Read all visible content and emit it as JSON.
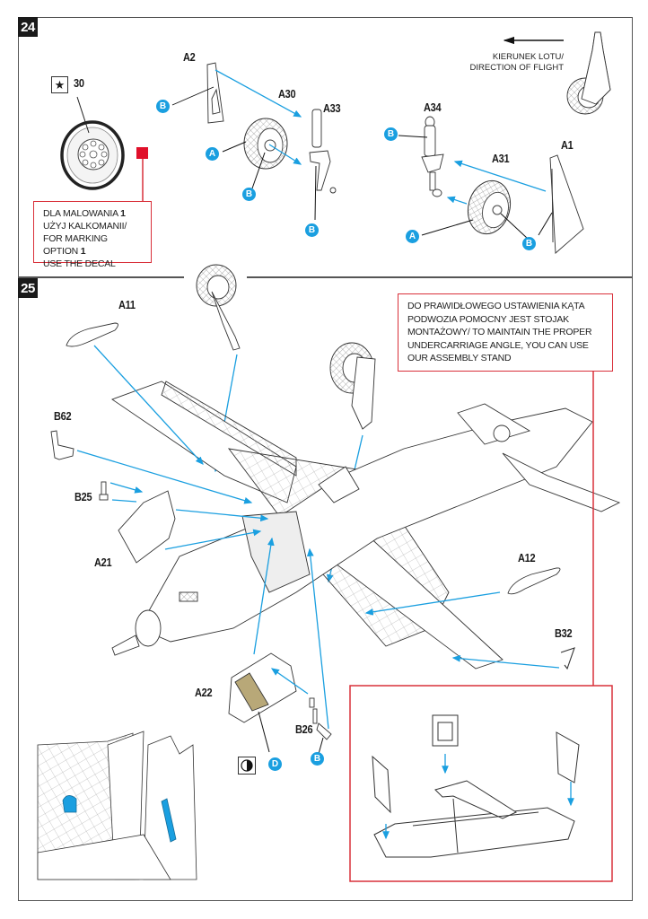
{
  "steps": [
    {
      "number": "24",
      "parts": {
        "a2": "A2",
        "a30": "A30",
        "a33": "A33",
        "a34": "A34",
        "a31": "A31",
        "a1": "A1"
      },
      "decal": {
        "number": "30",
        "icon": "star-icon"
      },
      "note": {
        "line1": "DLA MALOWANIA ",
        "line1_bold": "1",
        "line2": "UŻYJ KALKOMANII/",
        "line3": "FOR MARKING OPTION ",
        "line3_bold": "1",
        "line4": "USE THE DECAL",
        "border_color": "#d9303a"
      },
      "direction": {
        "line1": "KIERUNEK LOTU/",
        "line2": "DIRECTION OF FLIGHT",
        "icon": "arrow-left-icon"
      }
    },
    {
      "number": "25",
      "parts": {
        "a11": "A11",
        "b62": "B62",
        "b25": "B25",
        "a21": "A21",
        "a22": "A22",
        "b26": "B26",
        "a12": "A12",
        "b32": "B32"
      },
      "paint_icon": "half-circle-icon",
      "note": {
        "text": "DO PRAWIDŁOWEGO USTAWIENIA KĄTA PODWOZIA POMOCNY JEST STOJAK MONTAŻOWY/ TO MAINTAIN THE PROPER UNDERCARRIAGE ANGLE, YOU CAN USE OUR ASSEMBLY STAND",
        "border_color": "#d9303a"
      }
    }
  ],
  "codes": {
    "a": "A",
    "b": "B",
    "d": "D"
  },
  "colors": {
    "arrow": "#1a9fe0",
    "note_border": "#d9303a",
    "paint_d": "#b8a878",
    "decal_marker": "#e0102a"
  }
}
